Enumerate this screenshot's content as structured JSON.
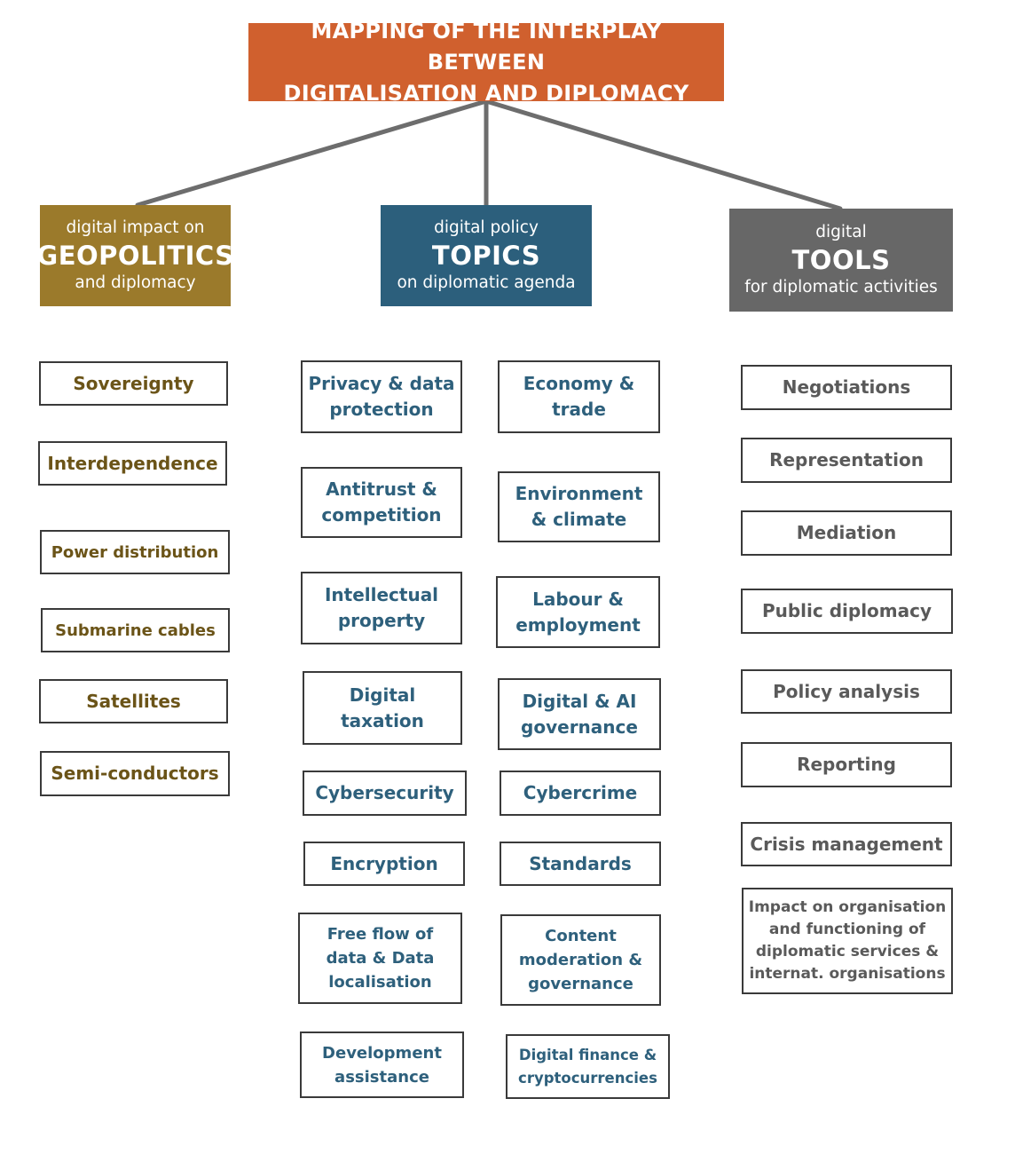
{
  "title": {
    "line1": "MAPPING OF THE INTERPLAY BETWEEN",
    "line2": "DIGITALISATION AND DIPLOMACY"
  },
  "colors": {
    "title_bg": "#d0602e",
    "geopolitics_bg": "#9b7a2b",
    "topics_bg": "#2c5f7c",
    "tools_bg": "#676767",
    "geopolitics_text": "#6b5418",
    "topics_text": "#2e607c",
    "tools_text": "#5a5a5a",
    "connector": "#6d6d6d"
  },
  "geopolitics": {
    "header": {
      "top": "digital impact on",
      "main": "GEOPOLITICS",
      "bottom": "and diplomacy"
    },
    "items": [
      "Sovereignty",
      "Interdependence",
      "Power distribution",
      "Submarine cables",
      "Satellites",
      "Semi-conductors"
    ]
  },
  "topics": {
    "header": {
      "top": "digital policy",
      "main": "TOPICS",
      "bottom": "on diplomatic agenda"
    },
    "left": [
      [
        "Privacy & data",
        "protection"
      ],
      [
        "Antitrust &",
        "competition"
      ],
      [
        "Intellectual",
        "property"
      ],
      [
        "Digital",
        "taxation"
      ],
      [
        "Cybersecurity"
      ],
      [
        "Encryption"
      ],
      [
        "Free flow of",
        "data & Data",
        "localisation"
      ],
      [
        "Development",
        "assistance"
      ]
    ],
    "right": [
      [
        "Economy &",
        "trade"
      ],
      [
        "Environment",
        "& climate"
      ],
      [
        "Labour &",
        "employment"
      ],
      [
        "Digital & AI",
        "governance"
      ],
      [
        "Cybercrime"
      ],
      [
        "Standards"
      ],
      [
        "Content",
        "moderation &",
        "governance"
      ],
      [
        "Digital finance &",
        "cryptocurrencies"
      ]
    ]
  },
  "tools": {
    "header": {
      "top": "digital",
      "main": "TOOLS",
      "bottom": "for diplomatic activities"
    },
    "items": [
      "Negotiations",
      "Representation",
      "Mediation",
      "Public diplomacy",
      "Policy analysis",
      "Reporting",
      "Crisis management"
    ],
    "note": [
      "Impact on organisation",
      "and functioning of",
      "diplomatic services &",
      "internat. organisations"
    ]
  }
}
